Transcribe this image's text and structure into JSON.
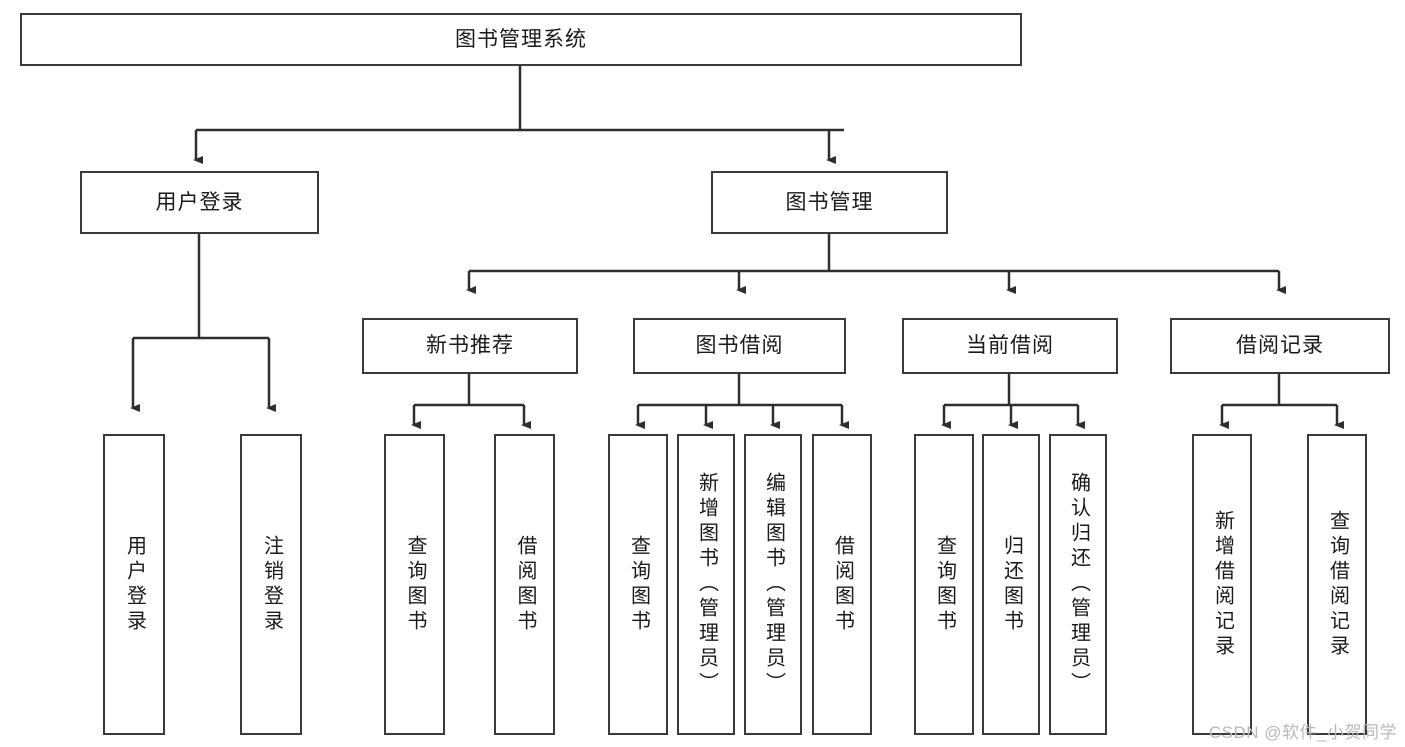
{
  "diagram": {
    "type": "tree-hierarchy",
    "title": "图书管理系统",
    "background_color": "#ffffff",
    "stroke_color": "#3a3a3a",
    "root": {
      "id": "root",
      "label": "图书管理系统",
      "orientation": "horizontal"
    },
    "level1": [
      {
        "id": "user-login",
        "label": "用户登录",
        "orientation": "horizontal"
      },
      {
        "id": "book-manage",
        "label": "图书管理",
        "orientation": "horizontal"
      }
    ],
    "level2": [
      {
        "id": "new-book-rec",
        "label": "新书推荐",
        "orientation": "horizontal",
        "parent": "book-manage"
      },
      {
        "id": "book-borrow",
        "label": "图书借阅",
        "orientation": "horizontal",
        "parent": "book-manage"
      },
      {
        "id": "current-borrow",
        "label": "当前借阅",
        "orientation": "horizontal",
        "parent": "book-manage"
      },
      {
        "id": "borrow-record",
        "label": "借阅记录",
        "orientation": "horizontal",
        "parent": "book-manage"
      }
    ],
    "leaves": [
      {
        "id": "leaf-user-login",
        "label": "用户登录",
        "parent": "user-login"
      },
      {
        "id": "leaf-user-logout",
        "label": "注销登录",
        "parent": "user-login"
      },
      {
        "id": "leaf-query-book-1",
        "label": "查询图书",
        "parent": "new-book-rec"
      },
      {
        "id": "leaf-borrow-book-1",
        "label": "借阅图书",
        "parent": "new-book-rec"
      },
      {
        "id": "leaf-query-book-2",
        "label": "查询图书",
        "parent": "book-borrow"
      },
      {
        "id": "leaf-add-book",
        "label": "新增图书（管理员）",
        "parent": "book-borrow"
      },
      {
        "id": "leaf-edit-book",
        "label": "编辑图书（管理员）",
        "parent": "book-borrow"
      },
      {
        "id": "leaf-borrow-book-2",
        "label": "借阅图书",
        "parent": "book-borrow"
      },
      {
        "id": "leaf-query-book-3",
        "label": "查询图书",
        "parent": "current-borrow"
      },
      {
        "id": "leaf-return-book",
        "label": "归还图书",
        "parent": "current-borrow"
      },
      {
        "id": "leaf-confirm-return",
        "label": "确认归还（管理员）",
        "parent": "current-borrow"
      },
      {
        "id": "leaf-add-record",
        "label": "新增借阅记录",
        "parent": "borrow-record"
      },
      {
        "id": "leaf-query-record",
        "label": "查询借阅记录",
        "parent": "borrow-record"
      }
    ]
  },
  "watermark": {
    "text": "CSDN @软件_小贺同学"
  }
}
